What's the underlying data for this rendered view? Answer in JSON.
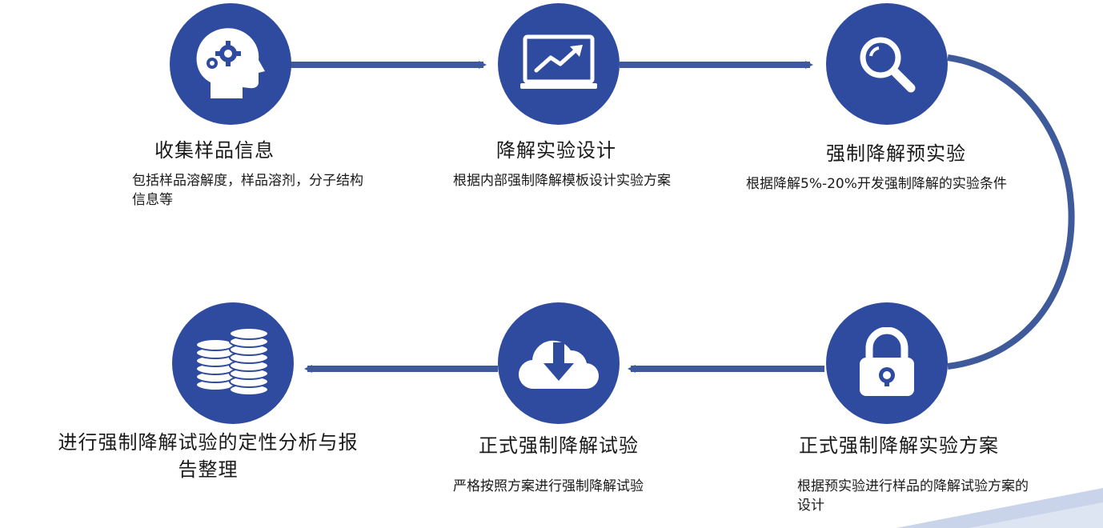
{
  "colors": {
    "circle_fill": "#2f4b9f",
    "arrow": "#3f5a9a",
    "text": "#1a1a1a",
    "swoosh": "#c9d4ea"
  },
  "steps": [
    {
      "title": "收集样品信息",
      "desc": "包括样品溶解度，样品溶剂，分子结构信息等",
      "icon": "head-gears-icon"
    },
    {
      "title": "降解实验设计",
      "desc": "根据内部强制降解模板设计实验方案",
      "icon": "monitor-chart-icon"
    },
    {
      "title": "强制降解预实验",
      "desc": "根据降解5%-20%开发强制降解的实验条件",
      "icon": "magnifier-icon"
    },
    {
      "title": "正式强制降解实验方案",
      "desc": "根据预实验进行样品的降解试验方案的设计",
      "icon": "padlock-icon"
    },
    {
      "title": "正式强制降解试验",
      "desc": "严格按照方案进行强制降解试验",
      "icon": "cloud-download-icon"
    },
    {
      "title": "进行强制降解试验的定性分析与报告整理",
      "desc": "",
      "icon": "coin-stacks-icon"
    }
  ]
}
